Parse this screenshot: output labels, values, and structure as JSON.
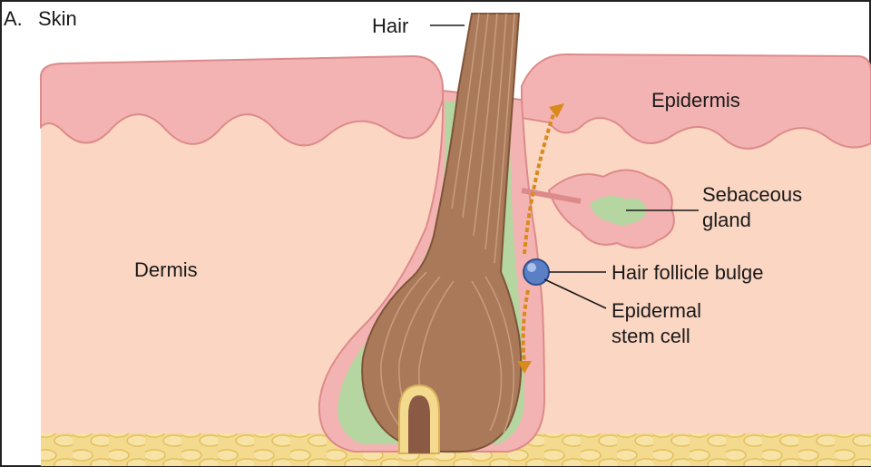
{
  "figure": {
    "panel_label": "A.",
    "panel_title": "Skin"
  },
  "labels": {
    "hair": "Hair",
    "epidermis": "Epidermis",
    "dermis": "Dermis",
    "sebaceous_line1": "Sebaceous",
    "sebaceous_line2": "gland",
    "bulge": "Hair follicle bulge",
    "stem_line1": "Epidermal",
    "stem_line2": "stem cell"
  },
  "colors": {
    "epidermis": "#f4b3b3",
    "dermis": "#fbd6c2",
    "hair": "#a9795a",
    "sheath": "#b5d6a0",
    "fat": "#f1d486",
    "stem_cell": "#5a7fc4",
    "arrow": "#d98a1c"
  }
}
